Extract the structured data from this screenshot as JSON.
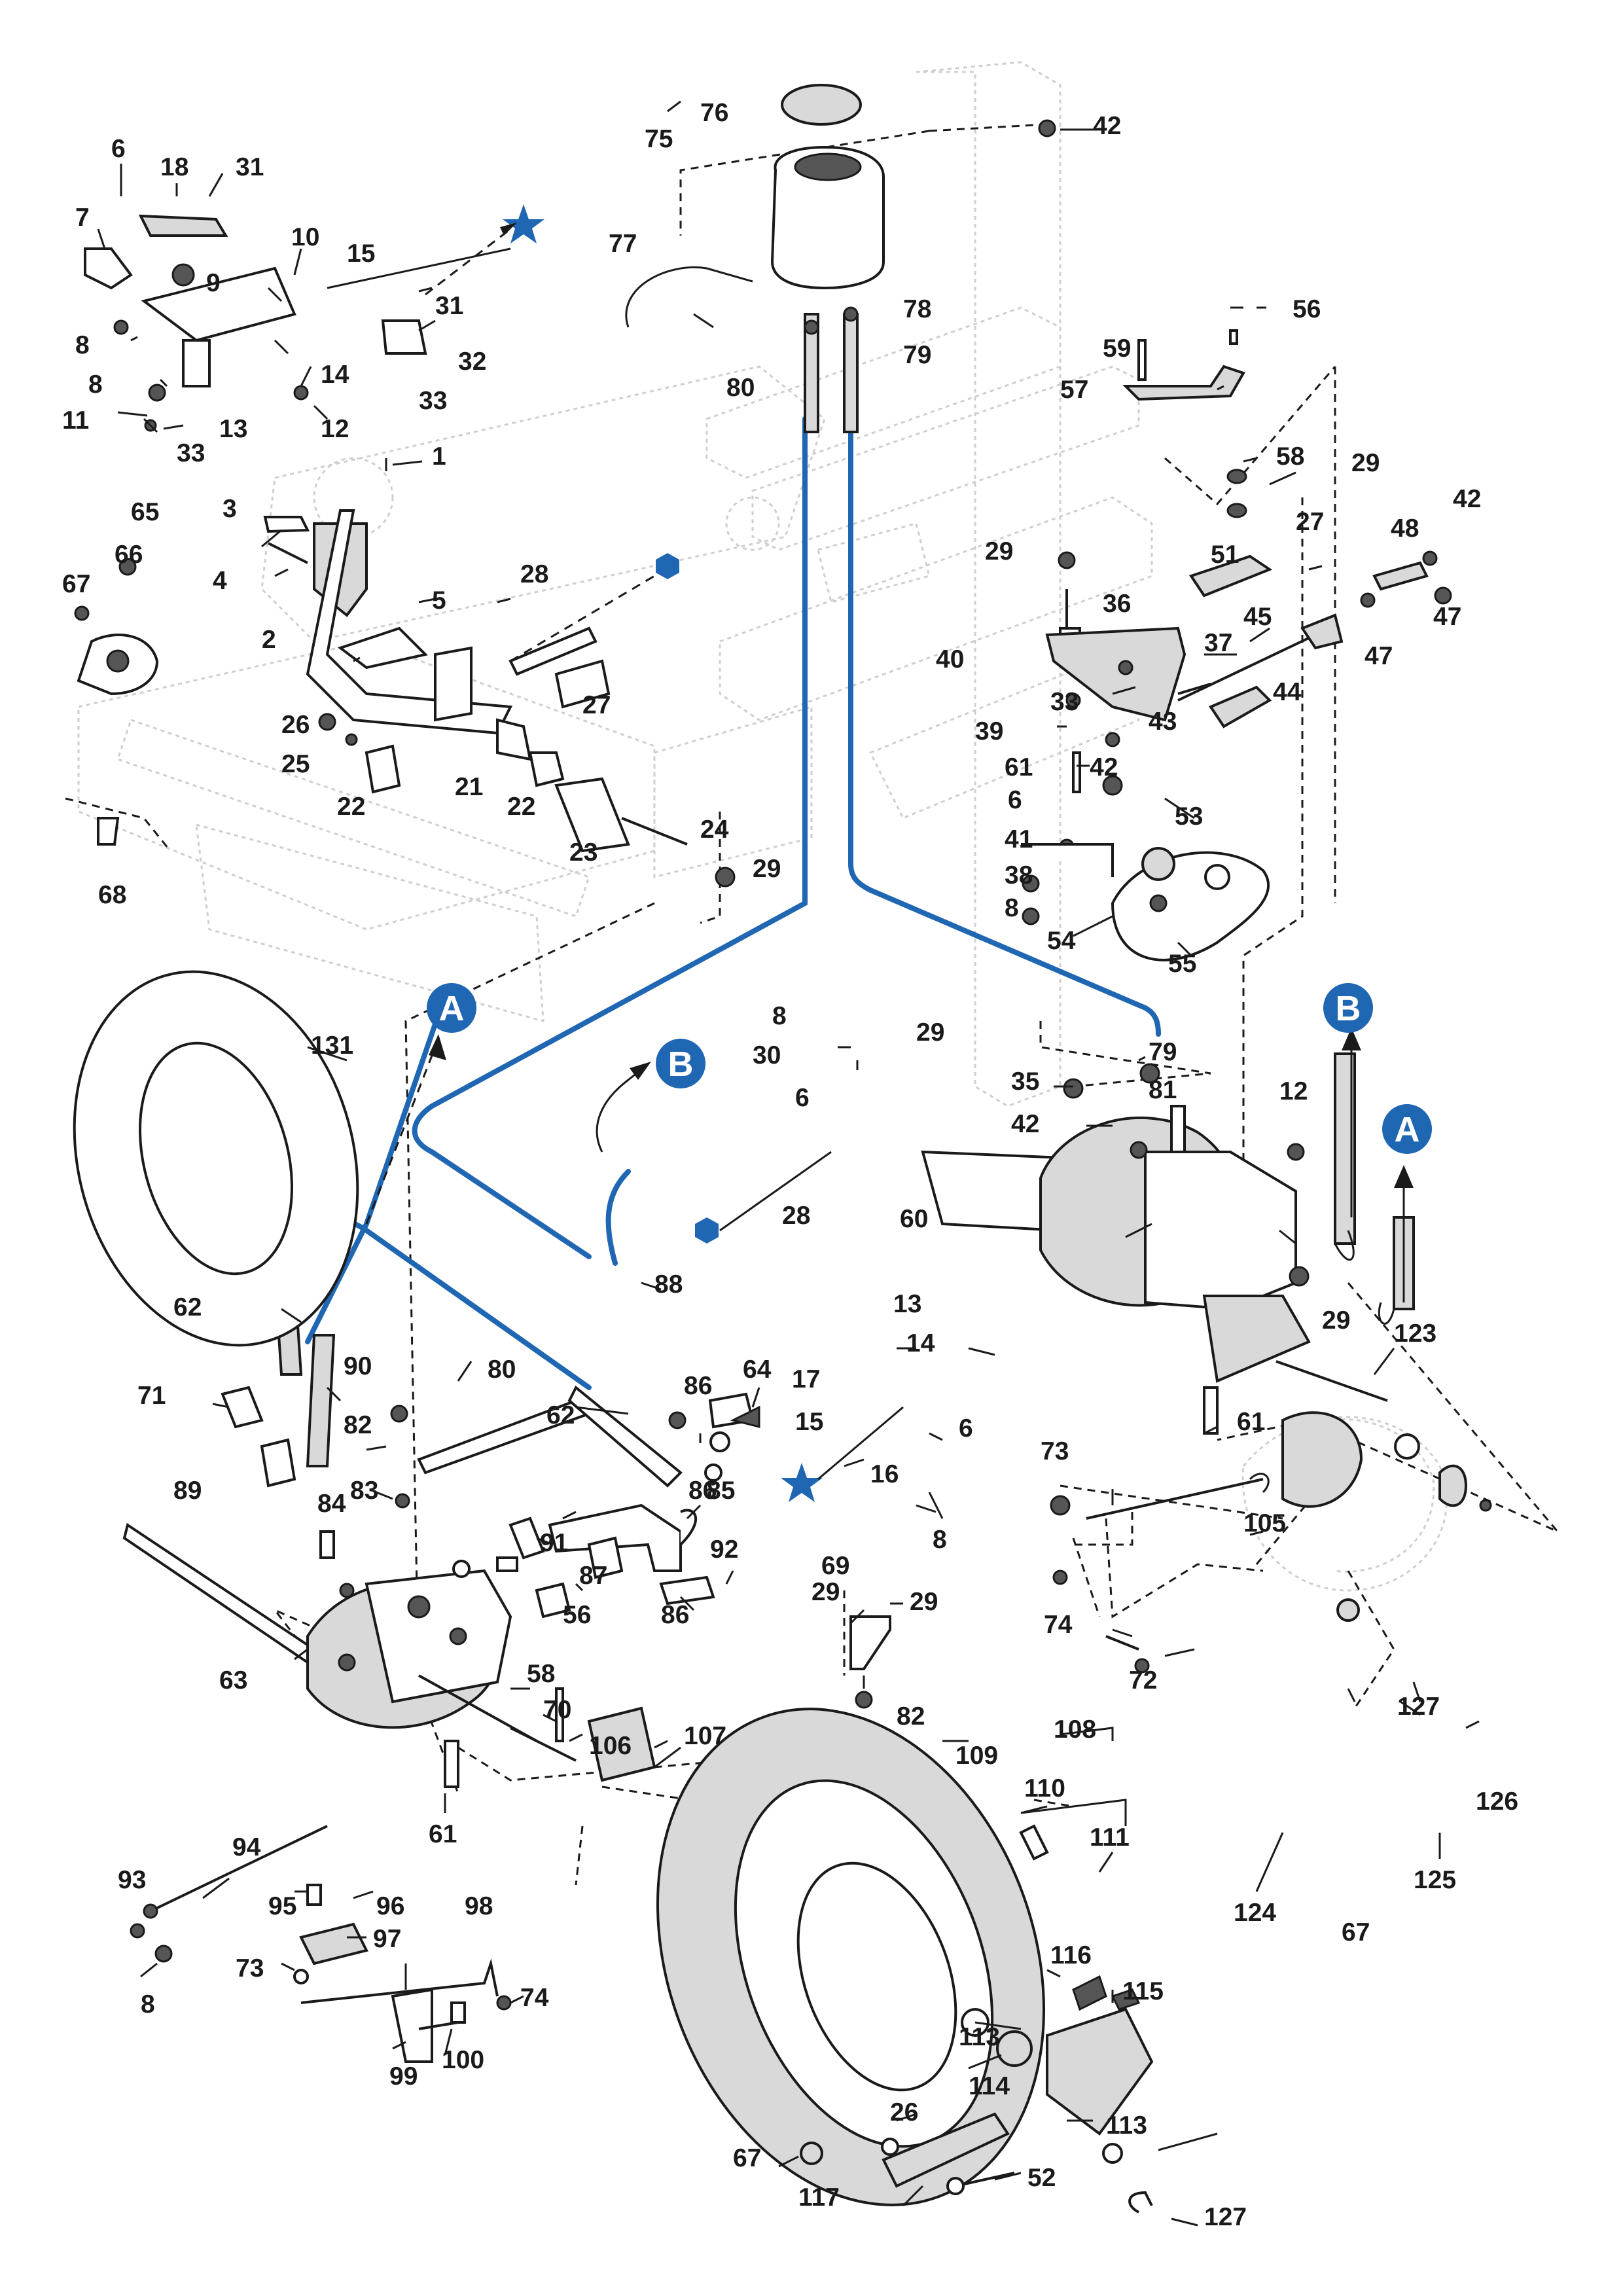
{
  "colors": {
    "accent_blue": "#1f66b3",
    "ink": "#1a1a1a",
    "ghost": "#cfcfcf"
  },
  "markers": [
    {
      "id": "A",
      "label": "A"
    },
    {
      "id": "B",
      "label": "B"
    },
    {
      "id": "B2",
      "label": "B"
    },
    {
      "id": "A2",
      "label": "A"
    }
  ],
  "symbols": [
    "star-icon",
    "hexagon-icon"
  ],
  "labels": [
    "6",
    "18",
    "31",
    "7",
    "10",
    "9",
    "15",
    "31",
    "8",
    "32",
    "8",
    "14",
    "33",
    "11",
    "13",
    "12",
    "33",
    "1",
    "65",
    "3",
    "67",
    "66",
    "4",
    "5",
    "2",
    "28",
    "27",
    "26",
    "25",
    "22",
    "21",
    "22",
    "23",
    "24",
    "68",
    "29",
    "76",
    "75",
    "77",
    "78",
    "79",
    "80",
    "42",
    "56",
    "59",
    "57",
    "58",
    "29",
    "29",
    "27",
    "51",
    "36",
    "37",
    "48",
    "42",
    "47",
    "47",
    "45",
    "44",
    "40",
    "33",
    "43",
    "39",
    "61",
    "42",
    "6",
    "53",
    "41",
    "38",
    "8",
    "54",
    "55",
    "131",
    "8",
    "29",
    "30",
    "6",
    "28",
    "79",
    "81",
    "35",
    "42",
    "12",
    "60",
    "29",
    "123",
    "61",
    "62",
    "90",
    "80",
    "88",
    "71",
    "82",
    "89",
    "83",
    "62",
    "86",
    "64",
    "17",
    "13",
    "14",
    "15",
    "6",
    "16",
    "8",
    "85",
    "84",
    "86",
    "91",
    "56",
    "87",
    "92",
    "86",
    "29",
    "69",
    "29",
    "73",
    "105",
    "74",
    "72",
    "82",
    "63",
    "58",
    "70",
    "106",
    "61",
    "107",
    "109",
    "108",
    "110",
    "111",
    "127",
    "126",
    "124",
    "125",
    "94",
    "93",
    "95",
    "96",
    "97",
    "98",
    "73",
    "74",
    "99",
    "100",
    "8",
    "116",
    "115",
    "113",
    "114",
    "26",
    "67",
    "113",
    "127",
    "117",
    "52",
    "67"
  ]
}
